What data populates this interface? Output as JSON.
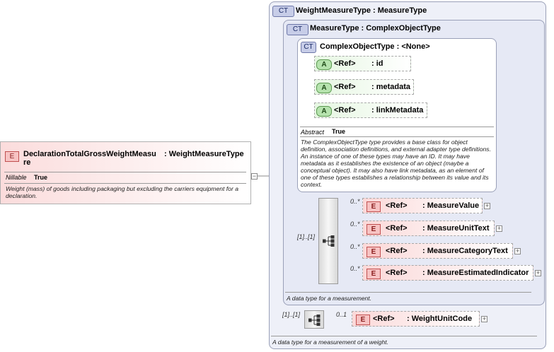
{
  "root_element": {
    "badge": "E",
    "name": "DeclarationTotalGrossWeightMeasu\nre",
    "type": ": WeightMeasureType",
    "nillable_label": "Nillable",
    "nillable_value": "True",
    "description": "Weight (mass) of goods including packaging but excluding the carriers equipment for a declaration."
  },
  "weight_measure_type": {
    "badge": "CT",
    "title": "WeightMeasureType : MeasureType",
    "description": "A data type for a measurement of a weight.",
    "sequence_occurrence": "[1]..[1]",
    "child": {
      "badge": "E",
      "ref": "<Ref>",
      "name": ": WeightUnitCode",
      "occurrence": "0..1"
    }
  },
  "measure_type": {
    "badge": "CT",
    "title": "MeasureType : ComplexObjectType",
    "description": "A data type for a measurement.",
    "sequence_occurrence": "[1]..[1]",
    "children": [
      {
        "badge": "E",
        "ref": "<Ref>",
        "name": ": MeasureValue",
        "occurrence": "0..*"
      },
      {
        "badge": "E",
        "ref": "<Ref>",
        "name": ": MeasureUnitText",
        "occurrence": "0..*"
      },
      {
        "badge": "E",
        "ref": "<Ref>",
        "name": ": MeasureCategoryText",
        "occurrence": "0..*"
      },
      {
        "badge": "E",
        "ref": "<Ref>",
        "name": ": MeasureEstimatedIndicator",
        "occurrence": "0..*"
      }
    ]
  },
  "complex_object_type": {
    "badge": "CT",
    "title": "ComplexObjectType : <None>",
    "attributes": [
      {
        "badge": "A",
        "ref": "<Ref>",
        "name": ": id"
      },
      {
        "badge": "A",
        "ref": "<Ref>",
        "name": ": metadata"
      },
      {
        "badge": "A",
        "ref": "<Ref>",
        "name": ": linkMetadata"
      }
    ],
    "abstract_label": "Abstract",
    "abstract_value": "True",
    "description": "The ComplexObjectType type provides a base class for object definition, association definitions, and external adapter type definitions. An instance of one of these types may have an ID. It may have metadata as it establishes the existence of an object (maybe a conceptual object). It may also have link metadata, as an element of one of these types establishes a relationship between its value and its context."
  },
  "expand_symbol": "+",
  "collapse_symbol": "−"
}
